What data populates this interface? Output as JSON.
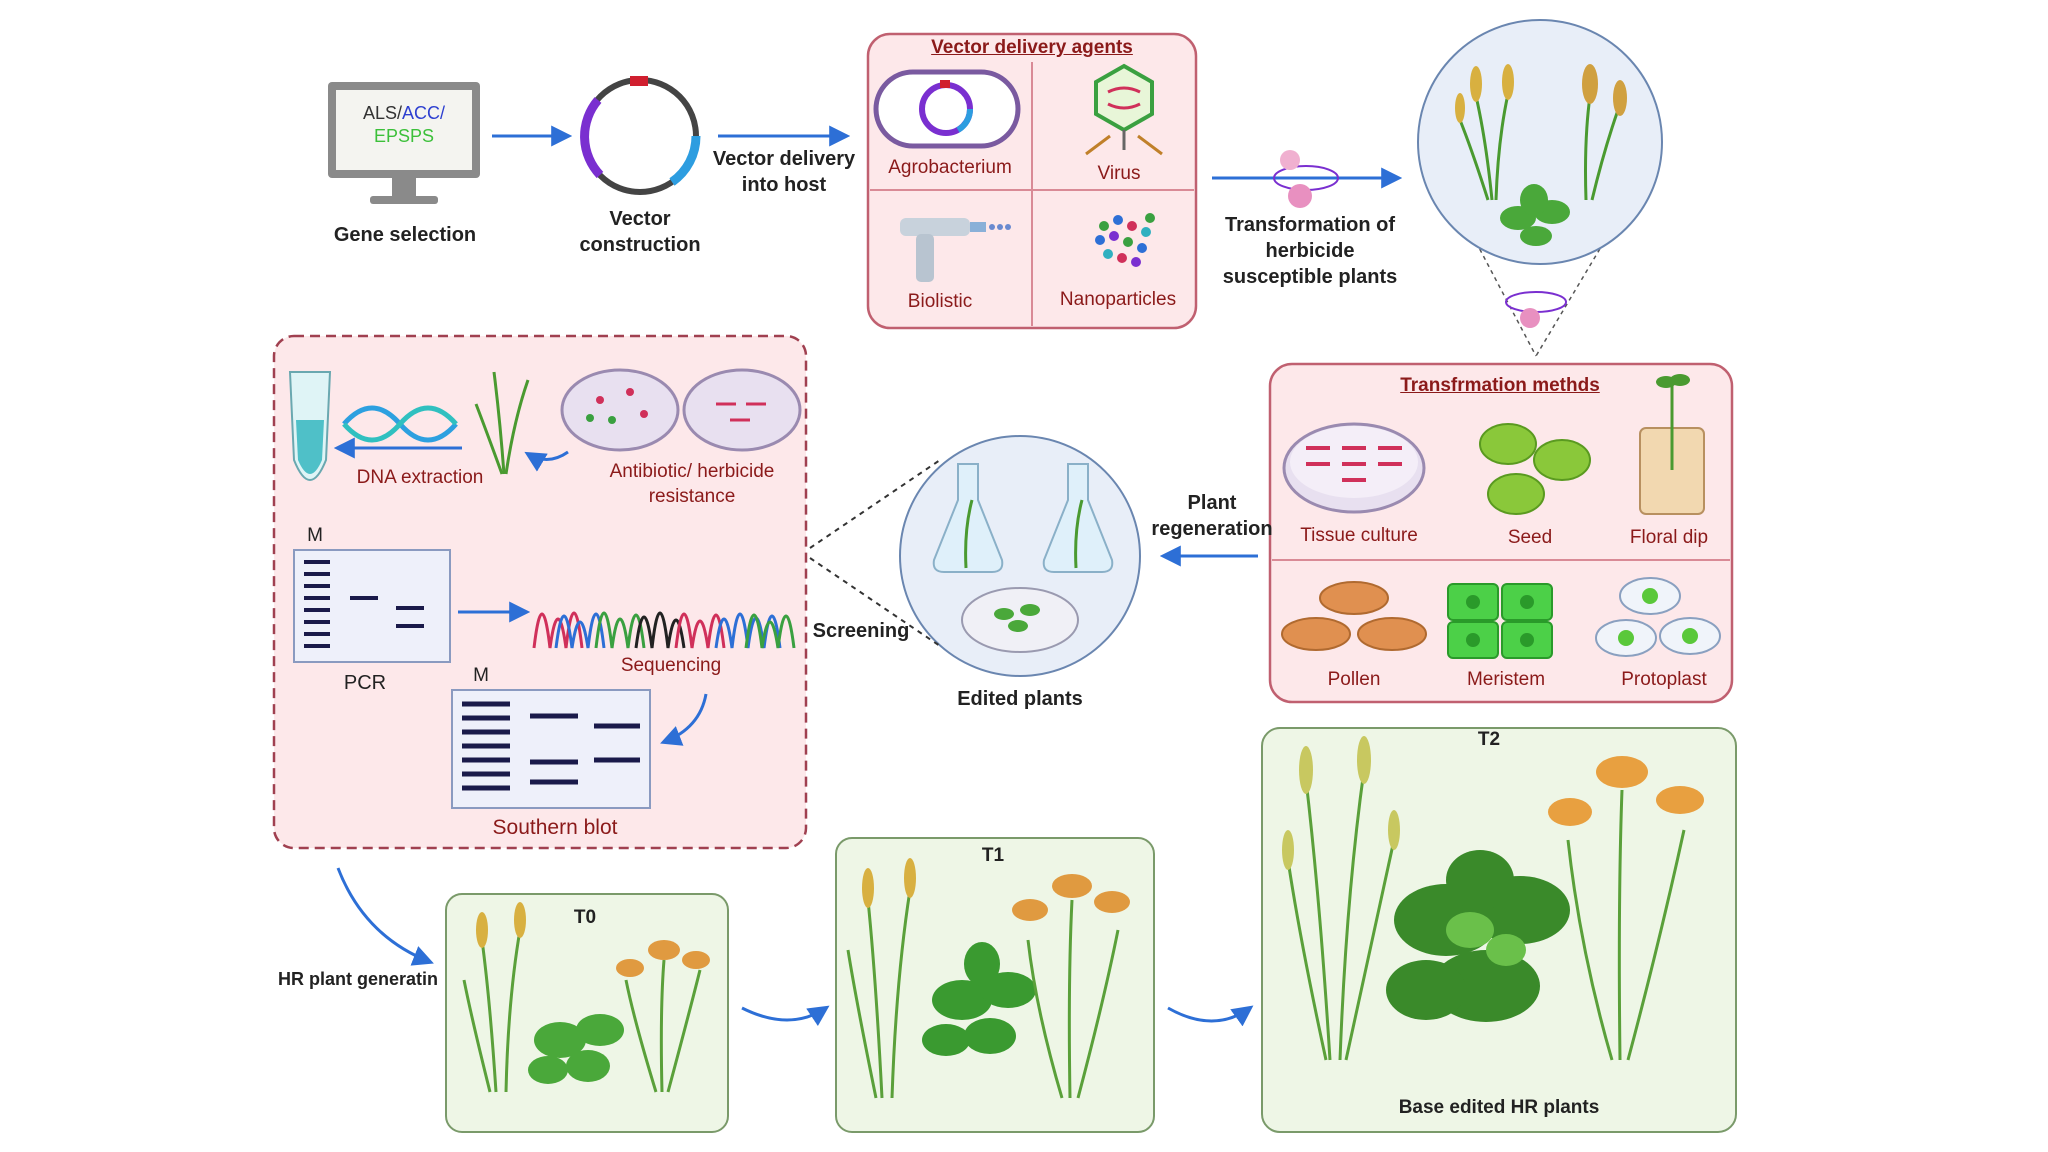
{
  "colors": {
    "arrow": "#2d6fd6",
    "panel_border_red": "#c06070",
    "panel_fill_pink": "#fde8ea",
    "panel_border_green": "#7a9a6a",
    "panel_fill_green": "#eef6e6",
    "label_red": "#8b1a1a"
  },
  "monitor": {
    "line1_a": "ALS/",
    "line1_b": "ACC/",
    "line2": "EPSPS"
  },
  "steps": {
    "gene_selection": "Gene selection",
    "vector_construction_1": "Vector",
    "vector_construction_2": "construction",
    "vector_delivery_1": "Vector delivery",
    "vector_delivery_2": "into host",
    "transformation_1": "Transformation of",
    "transformation_2": "herbicide",
    "transformation_3": "susceptible plants",
    "plant_regeneration_1": "Plant",
    "plant_regeneration_2": "regeneration",
    "screening": "Screening",
    "edited_plants": "Edited plants",
    "hr_plant_generation": "HR plant generatin"
  },
  "vector_agents": {
    "title": "Vector delivery agents",
    "items": [
      "Agrobacterium",
      "Virus",
      "Biolistic",
      "Nanoparticles"
    ]
  },
  "transformation_methods": {
    "title": "Transfrmation methds",
    "items": [
      "Tissue culture",
      "Seed",
      "Floral dip",
      "Pollen",
      "Meristem",
      "Protoplast"
    ]
  },
  "screening_panel": {
    "dna_extraction": "DNA extraction",
    "resistance_1": "Antibiotic/ herbicide",
    "resistance_2": "resistance",
    "marker_1": "M",
    "pcr": "PCR",
    "sequencing": "Sequencing",
    "marker_2": "M",
    "southern_blot": "Southern blot"
  },
  "generations": {
    "t0": "T0",
    "t1": "T1",
    "t2": "T2",
    "final": "Base edited HR plants"
  }
}
